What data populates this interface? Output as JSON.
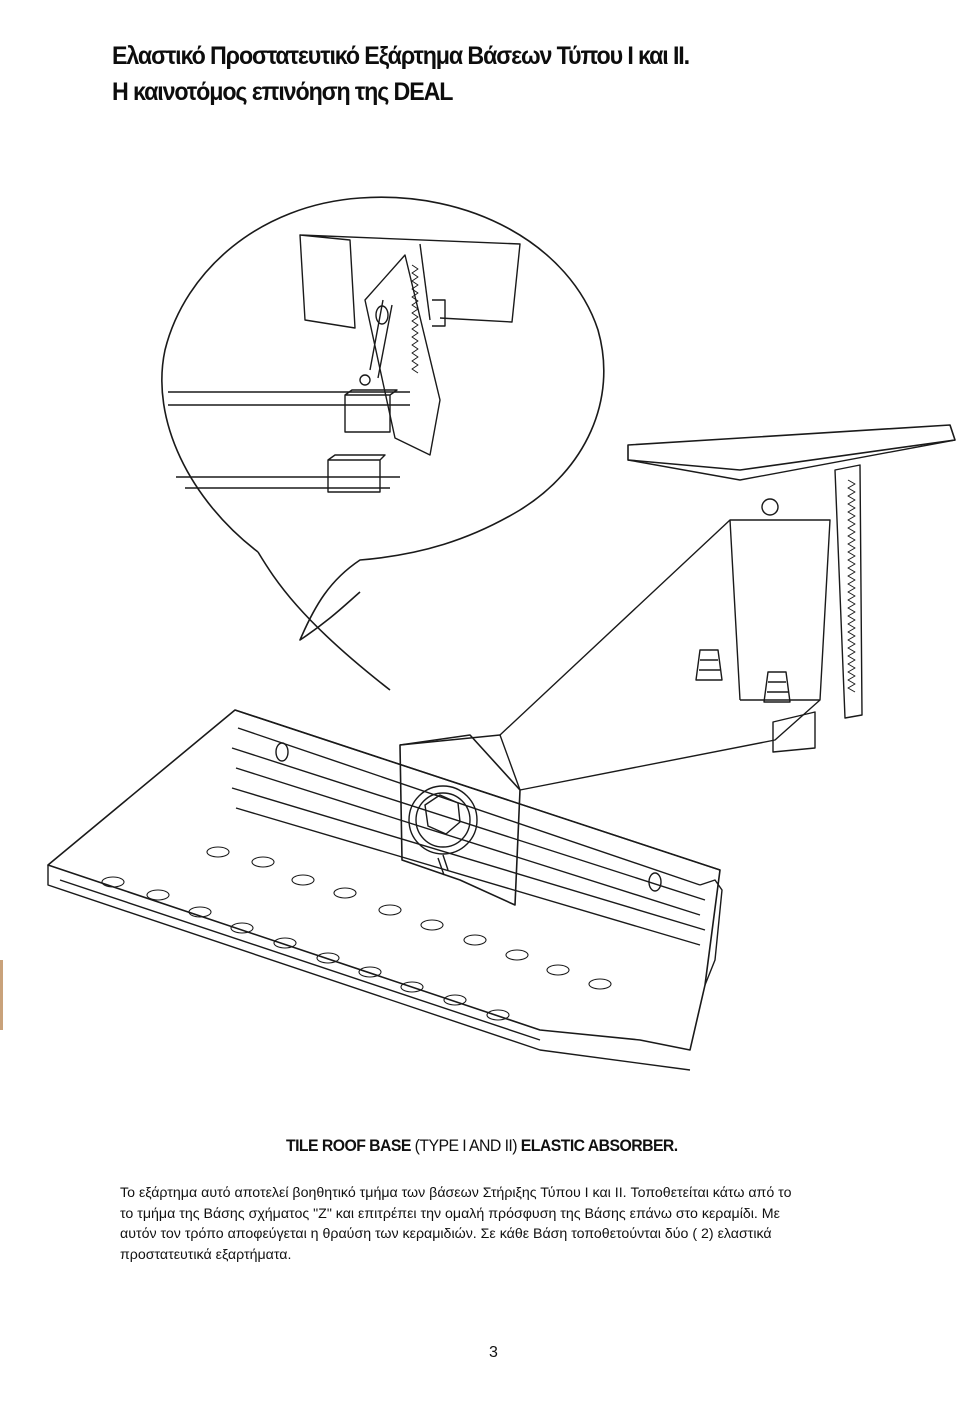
{
  "title": {
    "line1": "Ελαστικό Προστατευτικό Εξάρτημα Βάσεων Τύπου  I και II.",
    "line2": "Η καινοτόμος επινόηση της DEAL"
  },
  "caption": {
    "heading_bold_1": "TILE ROOF BASE",
    "heading_light": " (TYPE I AND II) ",
    "heading_bold_2": "ELASTIC ABSORBER."
  },
  "body_lines": [
    "Το εξάρτημα αυτό αποτελεί βοηθητικό τμήμα των βάσεων Στήριξης Τύπου I και II. Τοποθετείται κάτω από το",
    "το τμήμα της Βάσης  σχήματος \"Ζ\"  και επιτρέπει την ομαλή πρόσφυση της Βάσης επάνω στο κεραμίδι.  Με",
    "αυτόν τον τρόπο αποφεύγεται   η   θραύση των κεραμιδιών. Σε κάθε Βάση τοποθετούνται δύο ( 2)  ελαστικά",
    "προστατευτικά εξαρτήματα."
  ],
  "page_number": "3"
}
